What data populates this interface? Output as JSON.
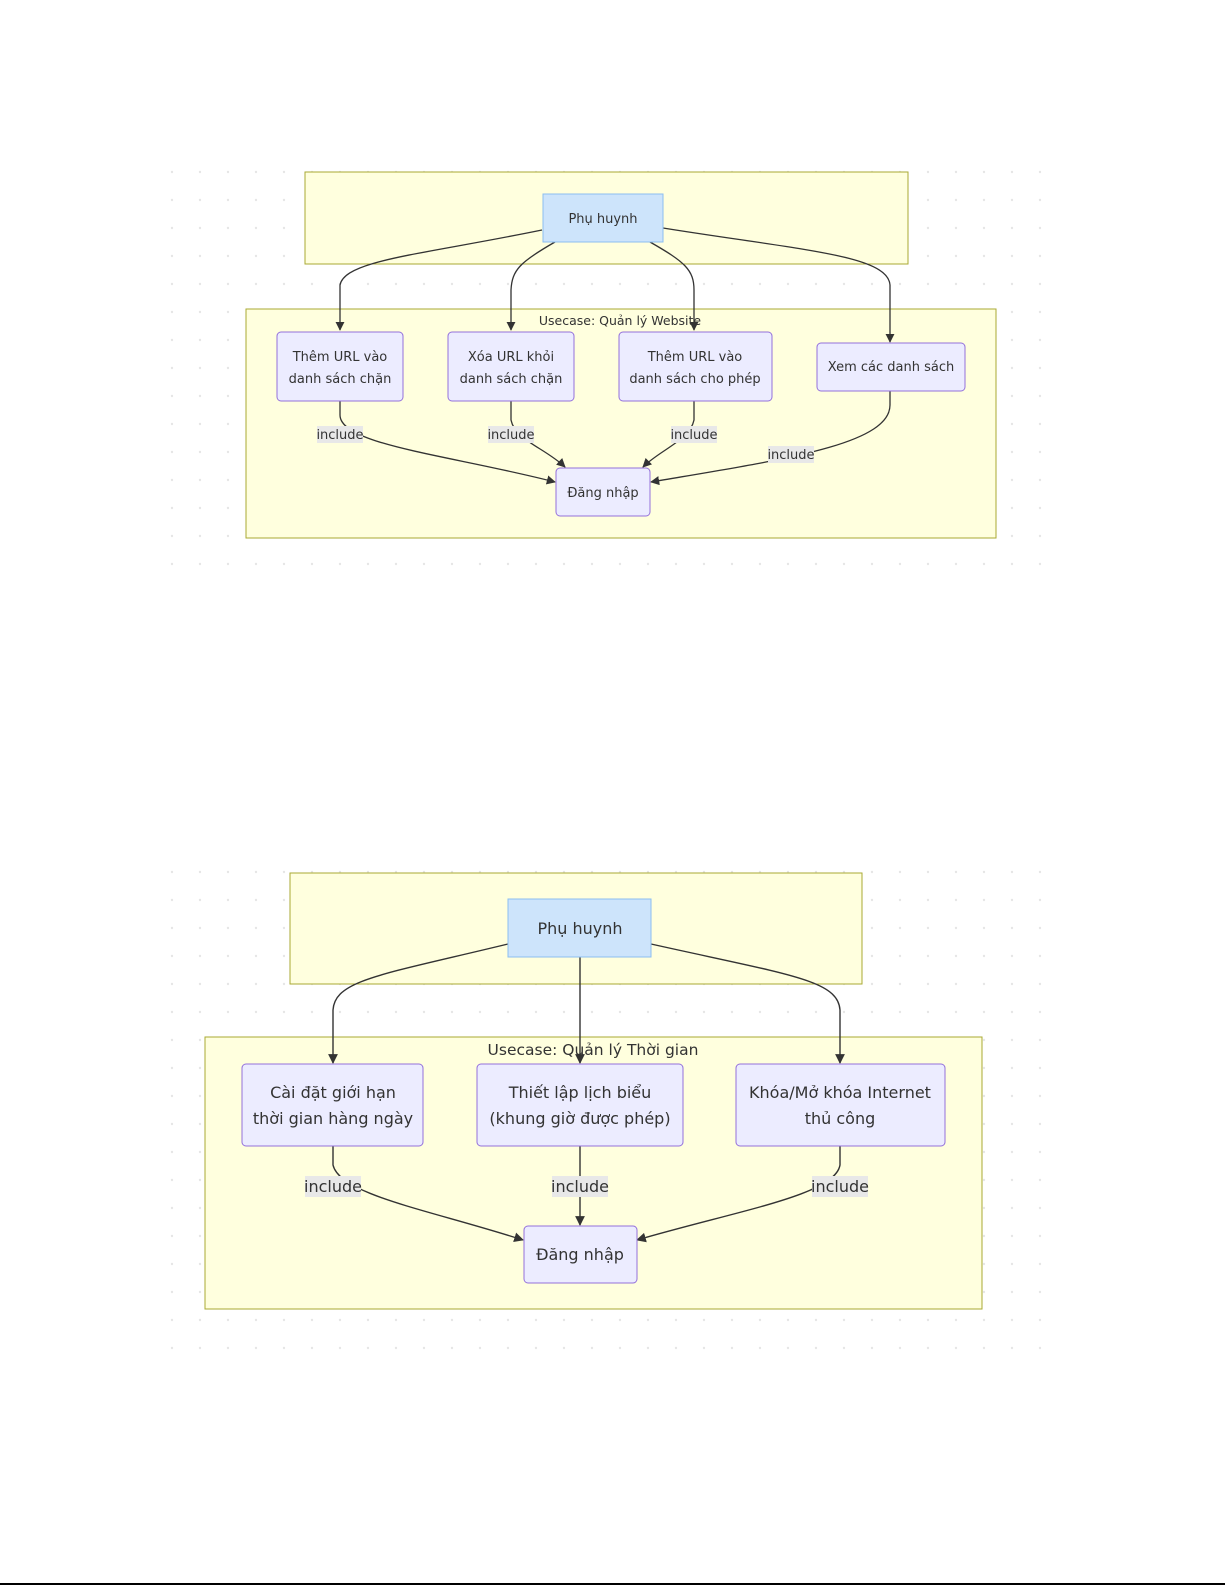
{
  "colors": {
    "cluster_fill": "#ffffde",
    "cluster_stroke": "#aaaa33",
    "actor_fill": "#cde4fb",
    "actor_stroke": "#8cbef0",
    "usecase_fill": "#ececff",
    "usecase_stroke": "#9370db",
    "edge": "#333333",
    "edge_label_bg": "#e8e8e8",
    "dot_grid": "#e6e6e6"
  },
  "diagram1": {
    "actor": "Phụ huynh",
    "cluster_title": "Usecase: Quản lý Website",
    "usecases": [
      [
        "Thêm URL vào",
        "danh sách chặn"
      ],
      [
        "Xóa URL khỏi",
        "danh sách chặn"
      ],
      [
        "Thêm URL vào",
        "danh sách cho phép"
      ],
      [
        "Xem các danh sách"
      ]
    ],
    "target": "Đăng nhập",
    "edge_labels": [
      "include",
      "include",
      "include",
      "include"
    ]
  },
  "diagram2": {
    "actor": "Phụ huynh",
    "cluster_title": "Usecase: Quản lý Thời gian",
    "usecases": [
      [
        "Cài đặt giới hạn",
        "thời gian hàng ngày"
      ],
      [
        "Thiết lập lịch biểu",
        "(khung giờ được phép)"
      ],
      [
        "Khóa/Mở khóa Internet",
        "thủ công"
      ]
    ],
    "target": "Đăng nhập",
    "edge_labels": [
      "include",
      "include",
      "include"
    ]
  }
}
